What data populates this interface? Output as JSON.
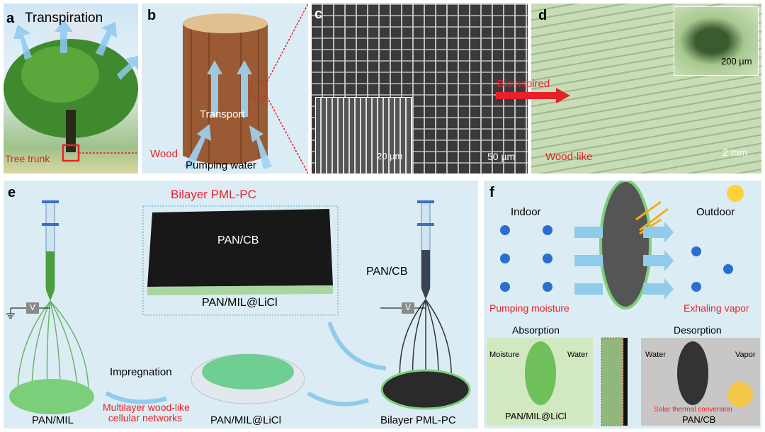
{
  "panels": {
    "a": {
      "letter": "a",
      "title": "Transpiration",
      "trunk_label": "Tree trunk"
    },
    "b": {
      "letter": "b",
      "transport": "Transport",
      "wood": "Wood",
      "pumping": "Pumping water"
    },
    "c": {
      "letter": "c",
      "inset_scale": "20 µm",
      "scale": "50 µm"
    },
    "d": {
      "letter": "d",
      "inset_scale": "200 µm",
      "scale": "2 mm",
      "wood_like": "Wood-like",
      "bioinspired": "Bioinspired"
    },
    "e": {
      "letter": "e",
      "title": "Bilayer PML-PC",
      "photo_top": "PAN/CB",
      "photo_bottom": "PAN/MIL@LiCl",
      "syringe_right": "PAN/CB",
      "voltage": "V",
      "impregnation": "Impregnation",
      "annotation": [
        "Multilayer wood-like",
        "cellular networks"
      ],
      "pan_mil": "PAN/MIL",
      "dish": "PAN/MIL@LiCl",
      "bilayer": "Bilayer PML-PC"
    },
    "f": {
      "letter": "f",
      "indoor": "Indoor",
      "outdoor": "Outdoor",
      "pumping": "Pumping moisture",
      "exhaling": "Exhaling vapor",
      "absorption": "Absorption",
      "desorption": "Desorption",
      "moisture": "Moisture",
      "water_left": "Water",
      "water_right": "Water",
      "vapor": "Vapor",
      "pan_mil_licl": "PAN/MIL@LiCl",
      "solar": "Solar thermal conversion",
      "pan_cb": "PAN/CB"
    }
  },
  "colors": {
    "accent_red": "#e8202a",
    "panel_bg": "#dcecf4",
    "green": "#6ab56a",
    "arrow_blue": "#7fc4ec"
  }
}
